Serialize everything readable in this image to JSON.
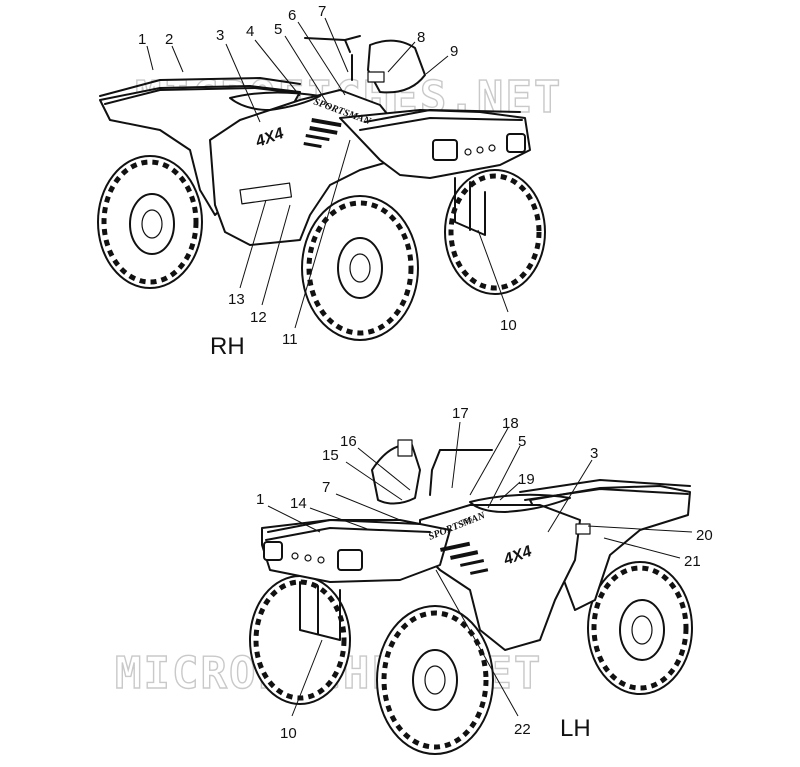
{
  "watermark": "MICROFICHES.NET",
  "views": {
    "rh": {
      "label": "RH",
      "callouts": [
        "1",
        "2",
        "3",
        "4",
        "5",
        "6",
        "7",
        "8",
        "9",
        "10",
        "11",
        "12",
        "13"
      ]
    },
    "lh": {
      "label": "LH",
      "callouts": [
        "17",
        "18",
        "16",
        "15",
        "5",
        "3",
        "7",
        "19",
        "1",
        "14",
        "20",
        "21",
        "10",
        "22"
      ]
    }
  },
  "colors": {
    "ink": "#111111",
    "watermark": "#c9c9c9",
    "background": "#ffffff"
  }
}
